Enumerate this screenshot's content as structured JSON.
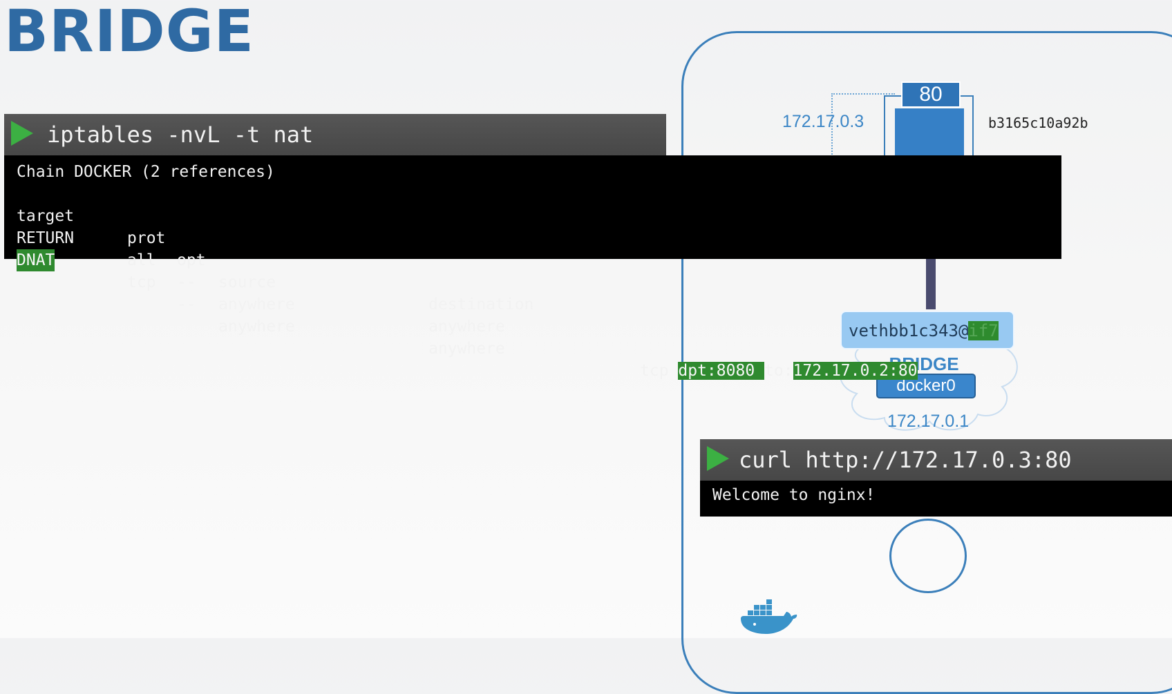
{
  "title": "BRIDGE",
  "container": {
    "ip": "172.17.0.3",
    "port": "80",
    "id": "b3165c10a92b"
  },
  "bridge": {
    "veth_prefix": "vethbb1c343@",
    "veth_suffix": "if7",
    "label": "BRIDGE",
    "interface": "docker0",
    "ip": "172.17.0.1"
  },
  "iptables": {
    "command": "iptables -nvL -t nat",
    "chain_line": "Chain DOCKER (2 references)",
    "headers": [
      "target",
      "prot",
      "opt",
      "source",
      "destination"
    ],
    "rows": [
      {
        "target": "RETURN",
        "prot": "all",
        "opt": "--",
        "source": "anywhere",
        "destination": "anywhere",
        "extra_prefix": "",
        "dpt": "",
        "to_label": "",
        "to_value": ""
      },
      {
        "target": "DNAT",
        "prot": "tcp",
        "opt": "--",
        "source": "anywhere",
        "destination": "anywhere",
        "extra_prefix": "tcp ",
        "dpt": "dpt:8080 ",
        "to_label": "to:",
        "to_value": "172.17.0.2:80"
      }
    ]
  },
  "curl": {
    "command": "curl http://172.17.0.3:80",
    "output": "Welcome to nginx!"
  },
  "colors": {
    "accent_blue": "#3b7fba",
    "terminal_green": "#2f8a2f",
    "play_green": "#3cb043"
  }
}
